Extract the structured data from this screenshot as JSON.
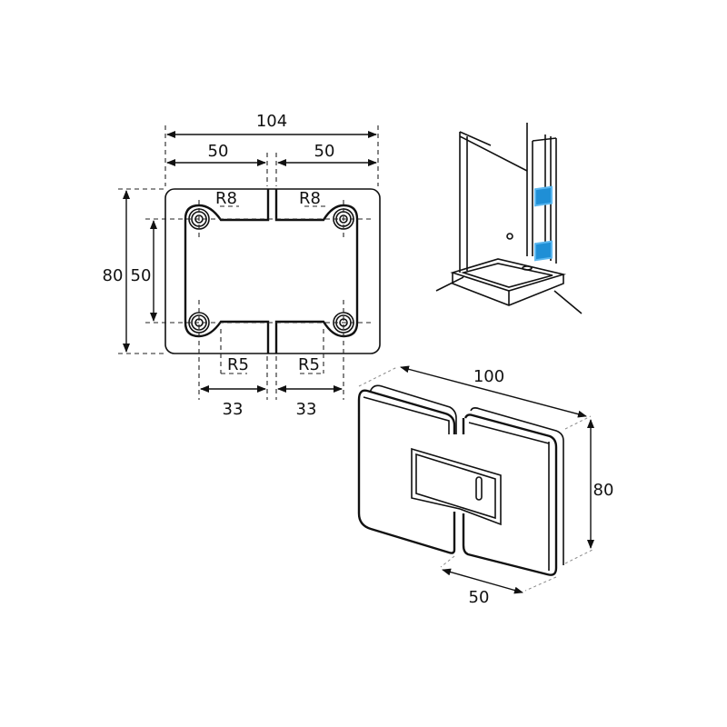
{
  "front_view": {
    "overall_width": "104",
    "half_width_left": "50",
    "half_width_right": "50",
    "overall_height": "80",
    "hole_spacing_vertical": "50",
    "radius_top_left": "R8",
    "radius_top_right": "R8",
    "radius_bottom_left": "R5",
    "radius_bottom_right": "R5",
    "hole_offset_left": "33",
    "hole_offset_right": "33"
  },
  "iso_view": {
    "width": "100",
    "height": "80",
    "depth": "50"
  },
  "colors": {
    "highlight": "#1f8fd6"
  }
}
